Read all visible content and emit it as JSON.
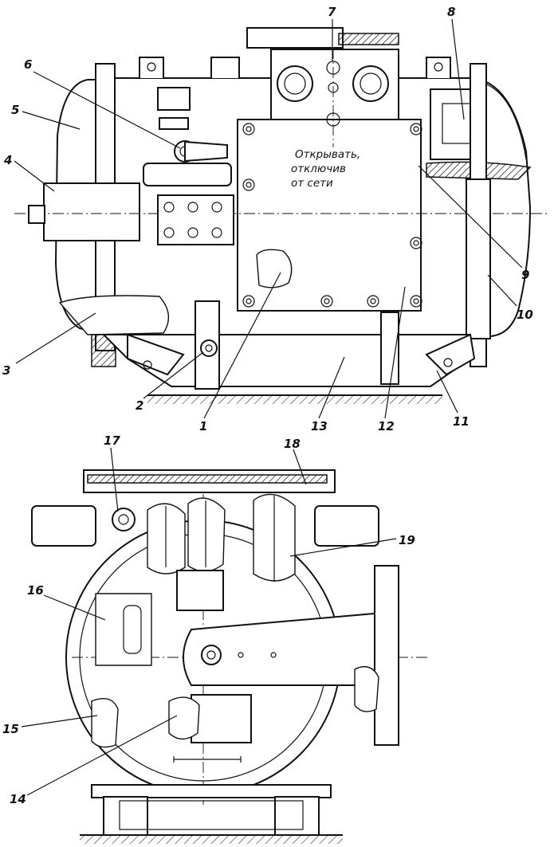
{
  "drawing": {
    "warning_lines": [
      "Открывать,",
      "отключив",
      "от сети"
    ],
    "callouts": [
      {
        "id": "c1",
        "label": "1"
      },
      {
        "id": "c2",
        "label": "2"
      },
      {
        "id": "c3",
        "label": "3"
      },
      {
        "id": "c4",
        "label": "4"
      },
      {
        "id": "c5",
        "label": "5"
      },
      {
        "id": "c6",
        "label": "6"
      },
      {
        "id": "c7",
        "label": "7"
      },
      {
        "id": "c8",
        "label": "8"
      },
      {
        "id": "c9",
        "label": "9"
      },
      {
        "id": "c10",
        "label": "10"
      },
      {
        "id": "c11",
        "label": "11"
      },
      {
        "id": "c12",
        "label": "12"
      },
      {
        "id": "c13",
        "label": "13"
      },
      {
        "id": "c14",
        "label": "14"
      },
      {
        "id": "c15",
        "label": "15"
      },
      {
        "id": "c16",
        "label": "16"
      },
      {
        "id": "c17",
        "label": "17"
      },
      {
        "id": "c18",
        "label": "18"
      },
      {
        "id": "c19",
        "label": "19"
      }
    ]
  }
}
